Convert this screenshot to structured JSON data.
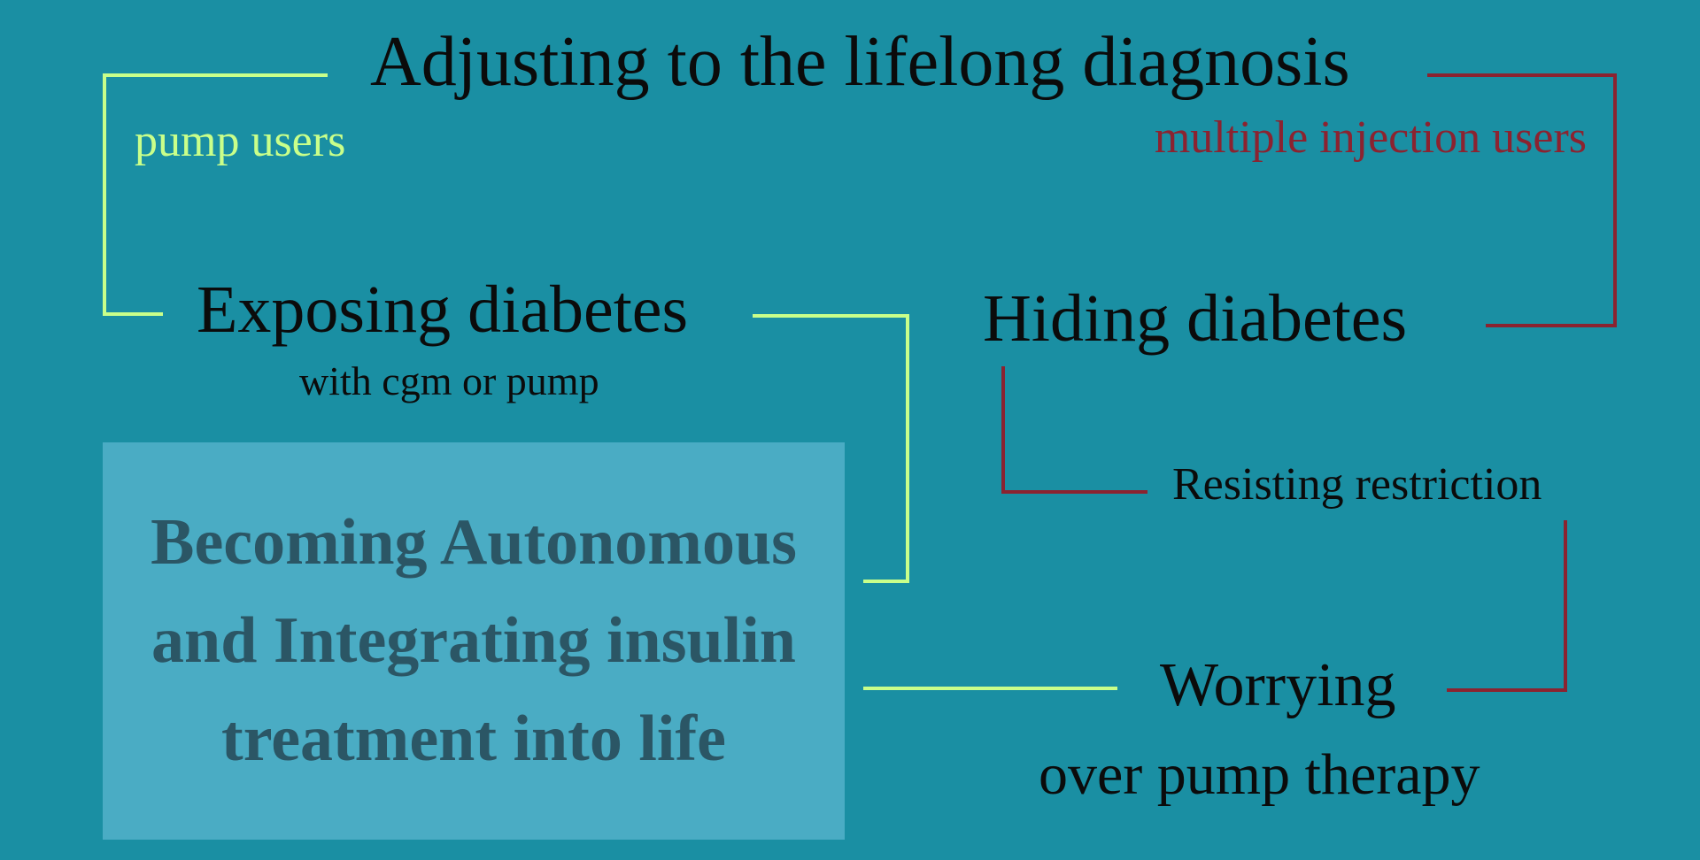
{
  "diagram": {
    "title": "Adjusting to the lifelong diagnosis",
    "groups": {
      "left": {
        "label": "pump users",
        "color": "#c9ff8a"
      },
      "right": {
        "label": "multiple injection users",
        "color": "#8b2330"
      }
    },
    "nodes": {
      "exposing": {
        "label": "Exposing diabetes",
        "sublabel": "with cgm or pump"
      },
      "hiding": {
        "label": "Hiding diabetes"
      },
      "resisting": {
        "label": "Resisting restriction"
      },
      "worrying": {
        "label": "Worrying",
        "sublabel": "over pump therapy"
      }
    },
    "core_category": {
      "lines": [
        "Becoming Autonomous",
        "and Integrating insulin",
        "treatment into life"
      ],
      "color": "#2b5665",
      "box_color": "#4aacc4"
    },
    "background_color": "#1a8fa3",
    "text_color": "#0b0b0b"
  }
}
